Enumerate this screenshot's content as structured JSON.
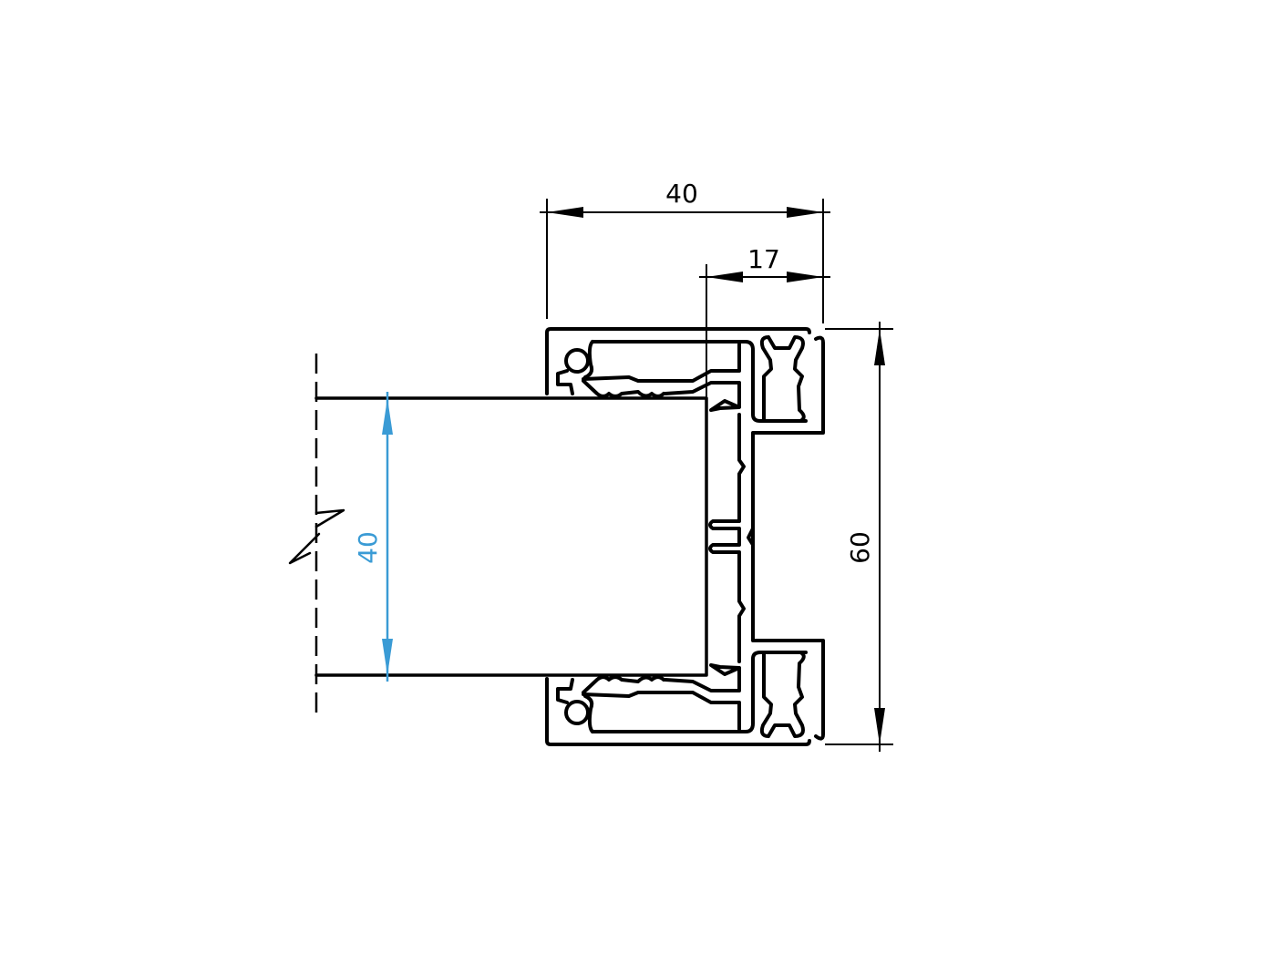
{
  "drawing": {
    "dimensions": {
      "overall_width": "40",
      "inner_offset": "17",
      "overall_height": "60",
      "glass_thickness": "40"
    },
    "colors": {
      "line": "#000000",
      "glass_dimension": "#3a9bd5",
      "background": "#ffffff"
    }
  }
}
